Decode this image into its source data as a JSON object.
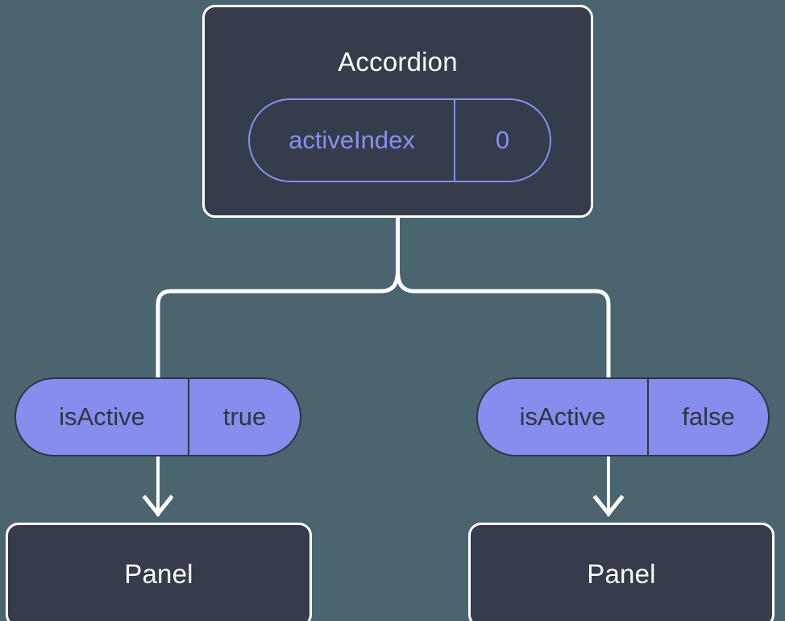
{
  "diagram": {
    "background_color": "#4a6570",
    "card_color": "#353c4b",
    "accent_color": "#868dec",
    "line_color": "#ffffff",
    "root": {
      "title": "Accordion",
      "state": {
        "key": "activeIndex",
        "value": "0"
      }
    },
    "branches": [
      {
        "prop": {
          "key": "isActive",
          "value": "true"
        },
        "child_title": "Panel"
      },
      {
        "prop": {
          "key": "isActive",
          "value": "false"
        },
        "child_title": "Panel"
      }
    ]
  }
}
